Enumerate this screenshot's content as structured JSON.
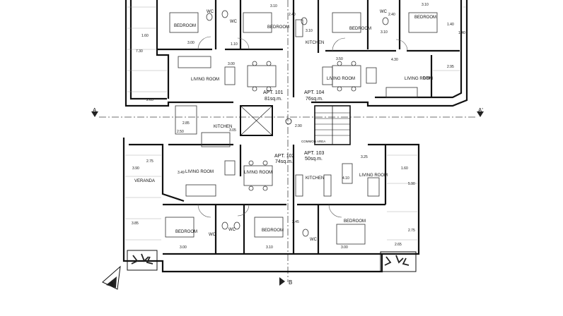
{
  "section_marks": {
    "a_left": "A",
    "a_right": "A'",
    "b_bottom": "B"
  },
  "apartments": {
    "apt101": {
      "name": "APT. 101",
      "area": "81sq.m."
    },
    "apt104": {
      "name": "APT. 104",
      "area": "76sq.m."
    },
    "apt102": {
      "name": "APT. 102",
      "area": "74sq.m."
    },
    "apt103": {
      "name": "APT. 103",
      "area": "50sq.m."
    }
  },
  "rooms": {
    "bedroom_tl1": "BEDROOM",
    "bedroom_tl2": "BEDROOM",
    "bedroom_tr1": "BEDROOM",
    "bedroom_tr2": "BEDROOM",
    "bedroom_bl1": "BEDROOM",
    "bedroom_bl2": "BEDROOM",
    "bedroom_br": "BEDROOM",
    "wc_tl1": "WC",
    "wc_tl2": "WC",
    "wc_tr": "WC",
    "wc_bl1": "WC",
    "wc_bl2": "WC",
    "wc_br": "WC",
    "kitchen_top": "KITCHEN",
    "kitchen_left": "KITCHEN",
    "kitchen_mid": "KITCHEN",
    "living_tl": "LIVING ROOM",
    "living_tr": "LIVING ROOM",
    "living_bl": "LIVING ROOM",
    "living_bm": "LIVING ROOM",
    "living_br": "LIVING ROOM",
    "veranda": "VERANDA",
    "common": "COMMON AREA"
  },
  "dimensions": [
    "1.60",
    "7.30",
    "2.65",
    "1.10",
    "3.00",
    "3.10",
    "3.10",
    "2.40",
    "2.40",
    "3.10",
    "3.10",
    "1.40",
    "1.40",
    "4.30",
    "3.50",
    "3.00",
    "5.90",
    "2.95",
    "2.85",
    "2.50",
    "3.05",
    "2.90",
    "2.75",
    "3.90",
    "3.49",
    "3.25",
    "1.60",
    "4.10",
    "5.90",
    "3.85",
    "3.00",
    "3.10",
    "2.75",
    "2.65",
    "3.00",
    "2.45"
  ]
}
